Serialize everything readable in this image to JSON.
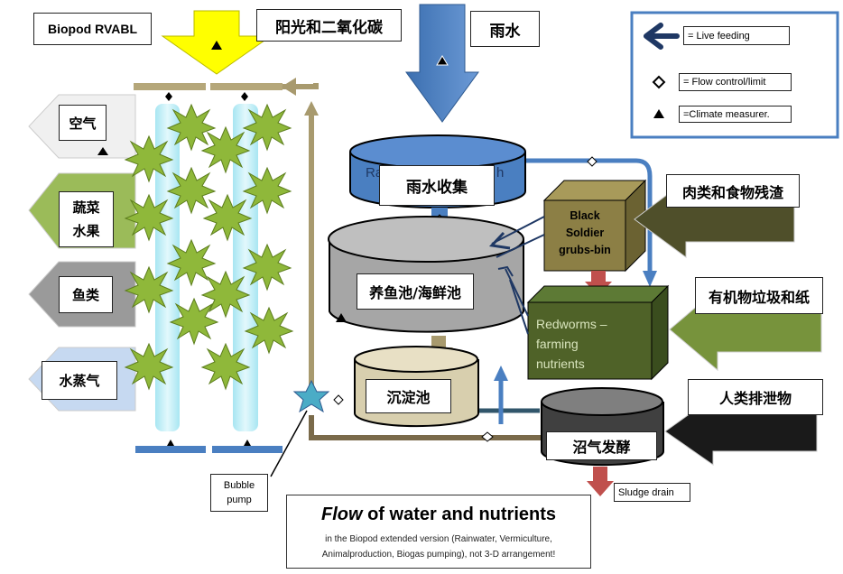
{
  "title_box": {
    "label": "Biopod RVABL"
  },
  "inputs": {
    "sunlight": "阳光和二氧化碳",
    "rain": "雨水",
    "meat_food_waste": "肉类和食物残渣",
    "organic_waste_paper": "有机物垃圾和纸",
    "human_waste": "人类排泄物"
  },
  "outputs": {
    "air": "空气",
    "vegetables_fruit_line1": "蔬菜",
    "vegetables_fruit_line2": "水果",
    "fish": "鱼类",
    "water_vapor": "水蒸气"
  },
  "tanks": {
    "rain_collection": "雨水收集",
    "rain_hidden_left": "Ra",
    "rain_hidden_right": "h",
    "fish_pond": "养鱼池/海鲜池",
    "sediment": "沉淀池",
    "biogas": "沼气发酵"
  },
  "boxes": {
    "black_soldier": [
      "Black",
      "Soldier",
      "grubs-bin"
    ],
    "redworms": [
      "Redworms –",
      "farming",
      "nutrients"
    ]
  },
  "bubble_pump": [
    "Bubble",
    "pump"
  ],
  "sludge_drain": "Sludge drain",
  "legend": {
    "live_feeding": "= Live feeding",
    "flow_control": "= Flow control/limit",
    "climate": "=Climate measurer."
  },
  "caption": {
    "title_italic": "Flow",
    "title_rest": " of water and nutrients",
    "sub1": "in the Biopod extended version (Rainwater, Vermiculture,",
    "sub2": "Animalproduction, Biogas pumping), not 3-D arrangement!"
  },
  "colors": {
    "rain_blue": "#4a7fc1",
    "sun_yellow": "#ffff00",
    "green": "#6e8f3a",
    "tan": "#a89a6e",
    "red_arrow": "#c0504d"
  }
}
